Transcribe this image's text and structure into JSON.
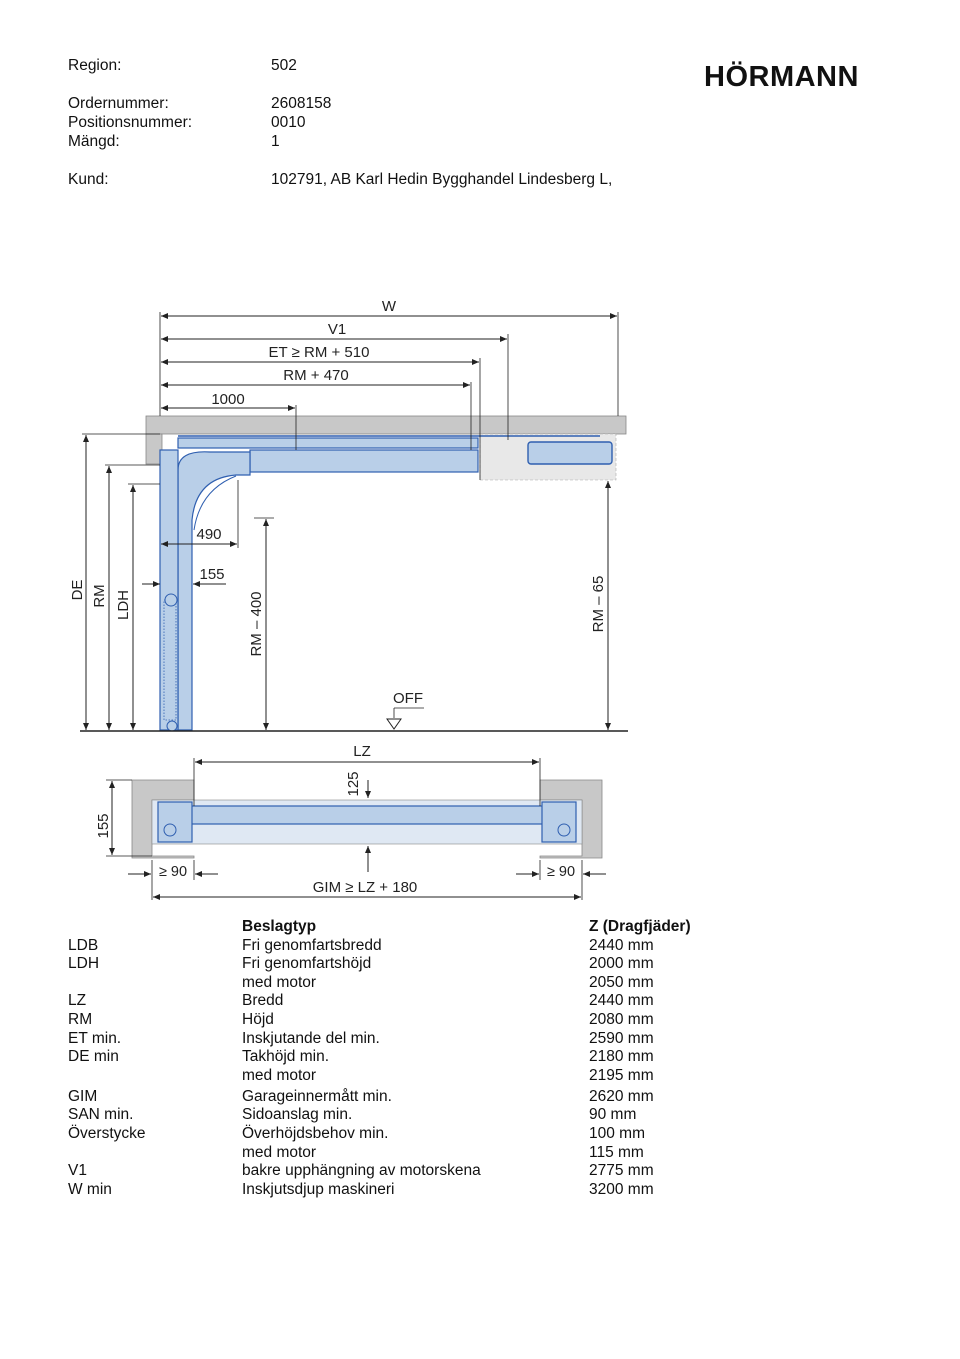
{
  "header": {
    "region_label": "Region:",
    "region_value": "502",
    "order_label": "Ordernummer:",
    "order_value": "2608158",
    "position_label": "Positionsnummer:",
    "position_value": "0010",
    "quantity_label": "Mängd:",
    "quantity_value": "1",
    "customer_label": "Kund:",
    "customer_value": "102791, AB Karl Hedin Bygghandel Lindesberg L,"
  },
  "logo": {
    "text": "HÖRMANN"
  },
  "drawing_side": {
    "dim_w": "W",
    "dim_v1": "V1",
    "dim_et": "ET ≥ RM + 510",
    "dim_rm470": "RM + 470",
    "dim_1000": "1000",
    "dim_490": "490",
    "dim_155": "155",
    "dim_de": "DE",
    "dim_rm": "RM",
    "dim_ldh": "LDH",
    "dim_rm400": "RM – 400",
    "dim_rm65": "RM – 65",
    "off": "OFF"
  },
  "drawing_plan": {
    "dim_lz": "LZ",
    "dim_125": "125",
    "dim_155": "155",
    "dim_90_left": "≥ 90",
    "dim_90_right": "≥ 90",
    "dim_gim": "GIM ≥ LZ + 180"
  },
  "colors": {
    "blue_fill": "#b9cfe8",
    "blue_line": "#2f5fb0",
    "wall": "#c8c8c8"
  },
  "spec_table": {
    "header": {
      "code": "",
      "desc": "Beslagtyp",
      "value": "Z (Dragfjäder)"
    },
    "rows": [
      {
        "code": "LDB",
        "desc": "Fri genomfartsbredd",
        "value": "2440 mm"
      },
      {
        "code": "LDH",
        "desc": "Fri genomfartshöjd",
        "value": "2000 mm"
      },
      {
        "code": "",
        "desc": "med motor",
        "value": "2050 mm"
      },
      {
        "code": "LZ",
        "desc": "Bredd",
        "value": "2440 mm"
      },
      {
        "code": "RM",
        "desc": "Höjd",
        "value": "2080 mm"
      },
      {
        "code": "ET min.",
        "desc": "Inskjutande del min.",
        "value": "2590 mm"
      },
      {
        "code": "DE min",
        "desc": "Takhöjd min.",
        "value": "2180 mm"
      },
      {
        "code": "",
        "desc": "med motor",
        "value": "2195 mm"
      },
      {
        "code": "GIM",
        "desc": "Garageinnermått min.",
        "value": "2620 mm"
      },
      {
        "code": "SAN min.",
        "desc": "Sidoanslag min.",
        "value": "90 mm"
      },
      {
        "code": "Överstycke",
        "desc": "Överhöjdsbehov min.",
        "value": "100 mm"
      },
      {
        "code": "",
        "desc": "med motor",
        "value": "115 mm"
      },
      {
        "code": "V1",
        "desc": "bakre upphängning av motorskena",
        "value": "2775 mm"
      },
      {
        "code": "W min",
        "desc": "Inskjutsdjup maskineri",
        "value": "3200 mm"
      }
    ]
  }
}
